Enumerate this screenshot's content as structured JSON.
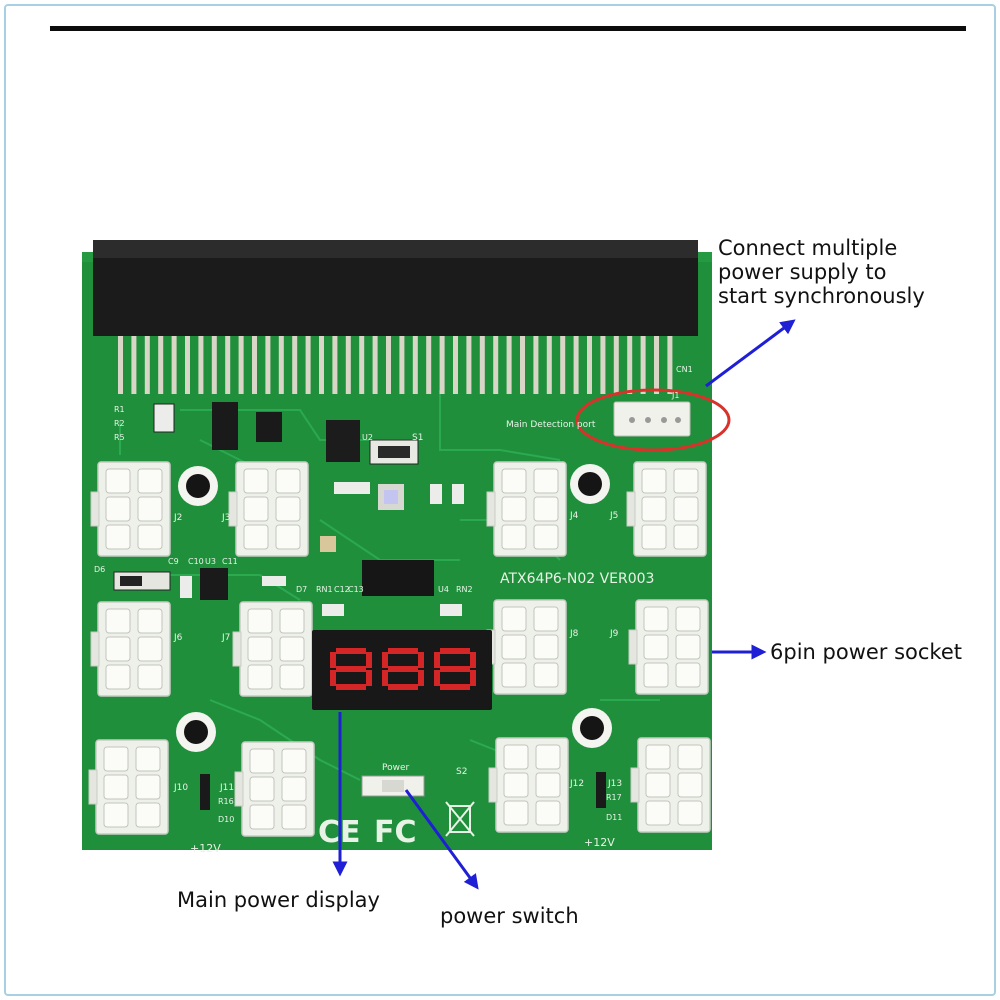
{
  "annotations": {
    "sync_lines": [
      "Connect multiple",
      "power supply to",
      "start synchronously"
    ],
    "socket_label": "6pin power socket",
    "display_label": "Main power display",
    "switch_label": "power switch"
  },
  "board": {
    "model_text": "ATX64P6-N02 VER003",
    "detection_port_label": "Main Detection port",
    "power_label": "Power",
    "switch_ref": "S2",
    "top_switch_ref": "S1",
    "cn1_label": "CN1",
    "j1_label": "J1",
    "voltage_labels": [
      "+12V",
      "+12V"
    ],
    "connector_refs": [
      "J2",
      "J3",
      "J4",
      "J5",
      "J6",
      "J7",
      "J8",
      "J9",
      "J10",
      "J11",
      "J12",
      "J13"
    ],
    "component_refs": [
      "R1",
      "R2",
      "R5",
      "U2",
      "C9",
      "C10",
      "U3",
      "C11",
      "D6",
      "D7",
      "RN1",
      "C12",
      "C13",
      "U4",
      "RN2",
      "R16",
      "D10",
      "R17",
      "D11"
    ],
    "cert_marks": [
      "CE",
      "FC"
    ]
  },
  "colors": {
    "pcb": "#1f8f3c",
    "connector": "#f1f1ec",
    "header": "#1b1b1b",
    "arrow": "#1f1fd6",
    "highlight_ring": "#d8322a"
  }
}
